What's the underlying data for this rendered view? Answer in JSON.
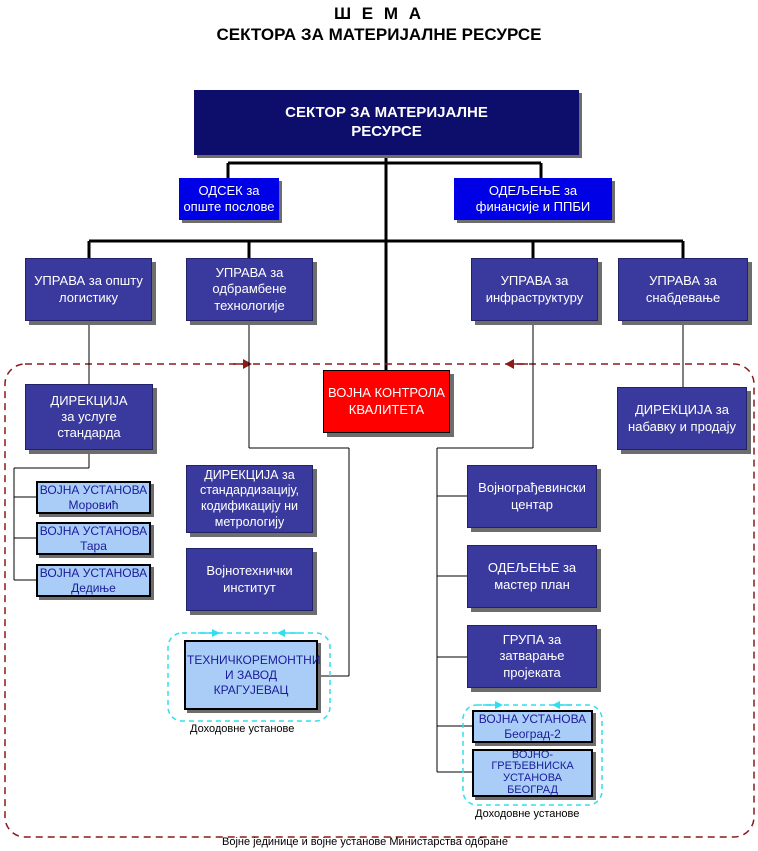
{
  "title": {
    "line1": "Ш Е М А",
    "line2": "СЕКТОРА ЗА МАТЕРИЈАЛНЕ РЕСУРСЕ"
  },
  "colors": {
    "navy": "#0d0d6b",
    "blue": "#0000e6",
    "slate": "#3a3a9e",
    "red": "#ff0000",
    "light": "#a9cdf7",
    "dashed_border": "#8b1a1a",
    "cyan_dashed": "#33ddee"
  },
  "nodes": {
    "sector": "СЕКТОР ЗА МАТЕРИЈАЛНЕ РЕСУРСЕ",
    "odsek": "ОДСЕК за опште послове",
    "odeljenje_fin": "ОДЕЉЕЊЕ за финансије и ППБИ",
    "uprava_logistika": "УПРАВА за општу логистику",
    "uprava_tehnologije": "УПРАВА за одбрамбене технологије",
    "uprava_infra": "УПРАВА за инфраструктуру",
    "uprava_snabdevanje": "УПРАВА за снабдевање",
    "direkcija_standarda": "ДИРЕКЦИЈА за услуге стандарда",
    "vojna_kontrola": "ВОЈНА КОНТРОЛА КВАЛИТЕТА",
    "direkcija_nabavka": "ДИРЕКЦИЈА за набавку и продају",
    "vu_morovic_name": "ВОЈНА УСТАНОВА",
    "vu_morovic_place": "Моровић",
    "vu_tara_name": "ВОЈНА УСТАНОВА",
    "vu_tara_place": "Тара",
    "vu_dedinje_name": "ВОЈНА УСТАНОВА",
    "vu_dedinje_place": "Дедиње",
    "direkcija_standardizacija": "ДИРЕКЦИЈА за стандардизацију, кодификацију ни метрологију",
    "vojnotehnicki": "Војнотехнички институт",
    "tehnickoremontni": "ТЕХНИЧКОРЕМОНТНИ И ЗАВОД КРАГУЈЕВАЦ",
    "vojnogradjevinski": "Војнограђевински центар",
    "odeljenje_master": "ОДЕЉЕЊЕ за мастер план",
    "grupa": "ГРУПА за затварање пројеката",
    "vu_beograd2_name": "ВОЈНА УСТАНОВА",
    "vu_beograd2_place": "Београд-2",
    "vgu_line1": "ВОЈНО-",
    "vgu_line2": "ГРЕЂЕВНИСКА",
    "vgu_line3": "УСТАНОВА",
    "vgu_line4": "БЕОГРАД"
  },
  "labels": {
    "dohodovne_left": "Доходовне установе",
    "dohodovne_right": "Доходовне установе",
    "footer": "Војне јединице и војне установе Министарства одбране"
  }
}
